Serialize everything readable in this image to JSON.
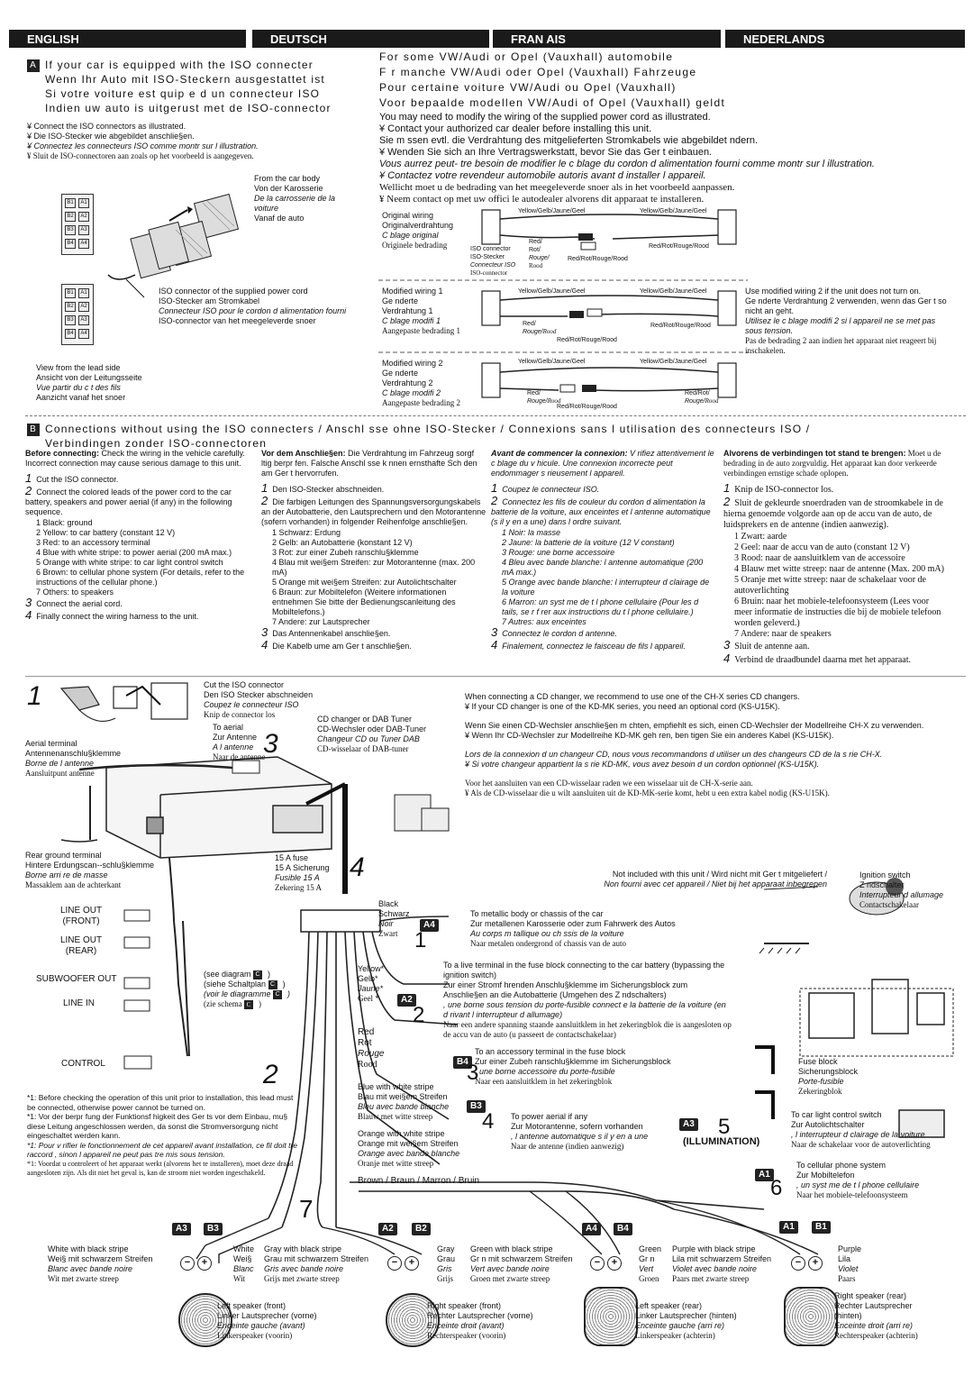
{
  "lang_bars": [
    "ENGLISH",
    "DEUTSCH",
    "FRAN AIS",
    "NEDERLANDS"
  ],
  "sectionA": {
    "letter": "A",
    "headings": [
      "If your car is equipped with the ISO connecter",
      "Wenn Ihr Auto mit ISO-Steckern ausgestattet ist",
      "Si votre voiture est  quip  e d un connecteur ISO",
      "Indien uw auto is uitgerust met de ISO-connector"
    ],
    "headings_right": [
      "For some VW/Audi or Opel (Vauxhall) automobile",
      "F r manche VW/Audi oder Opel (Vauxhall) Fahrzeuge",
      "Pour certaine voiture VW/Audi ou Opel (Vauxhall)",
      "Voor bepaalde modellen VW/Audi of Opel (Vauxhall) geldt"
    ],
    "instructions": [
      "¥ Connect the ISO connectors as illustrated.",
      "¥ Die ISO-Stecker wie abgebildet anschlie§en.",
      "¥ Connectez les connecteurs ISO comme montr  sur l illustration.",
      "¥ Sluit de ISO-connectoren aan zoals op het voorbeeld is aangegeven."
    ],
    "right_instructions": [
      "You may need to modify the wiring of the supplied power cord as illustrated.",
      "¥ Contact your authorized car dealer before installing this unit.",
      "Sie m ssen evtl. die Verdrahtung des mitgelieferten Stromkabels wie abgebildet  ndern.",
      "¥ Wenden Sie sich an Ihre Vertragswerkstatt, bevor Sie das Ger t einbauen.",
      "Vous aurrez peut- tre besoin de modifier le c blage du cordon d alimentation fourni comme montr  sur l illustration.",
      "¥ Contactez votre revendeur automobile autoris  avant d installer l appareil.",
      "Wellicht moet u de bedrading van het meegeleverde snoer als in het voorbeeld aanpassen.",
      "¥ Neem contact op met uw offici le autodealer alvorens dit apparaat te installeren."
    ],
    "from_car_body": [
      "From the car body",
      "Von der Karosserie",
      "De la carrosserie de la",
      "voiture",
      "Vanaf de auto"
    ],
    "iso_supplied": [
      "ISO connector of the supplied power cord",
      "ISO-Stecker am Stromkabel",
      "Connecteur ISO pour le cordon d alimentation fourni",
      "ISO-connector van het meegeleverde snoer"
    ],
    "view_from_lead": [
      "View from the lead side",
      "Ansicht von der Leitungsseite",
      "Vue   partir du c t  des fils",
      "Aanzicht vanaf het snoer"
    ],
    "pins_top": [
      [
        "B1",
        "A1"
      ],
      [
        "B2",
        "A2"
      ],
      [
        "B3",
        "A3"
      ],
      [
        "B4",
        "A4"
      ]
    ],
    "original_wiring": [
      "Original wiring",
      "Originalverdrahtung",
      "C blage original",
      "Originele bedrading"
    ],
    "modified1": [
      "Modified wiring 1",
      "Ge nderte",
      "Verdrahtung 1",
      "C blage modifi   1",
      "Aangepaste bedrading 1"
    ],
    "modified2": [
      "Modified wiring 2",
      "Ge nderte",
      "Verdrahtung 2",
      "C blage modifi   2",
      "Aangepaste bedrading 2"
    ],
    "yellow_label": "Yellow/Gelb/Jaune/Geel",
    "red_label": "Red/Rot/Rouge/Rood",
    "red_short": [
      "Red/",
      "Rot/",
      "Rouge/",
      "Rood"
    ],
    "iso_connector_lbl": [
      "ISO connector",
      "ISO-Stecker",
      "Connecteur ISO",
      "ISO-connector"
    ],
    "use_modified": [
      "Use modified wiring 2  if the unit does not turn on.",
      "Ge nderte Verdrahtung  2   verwenden, wenn das Ger t so nicht an geht.",
      "Utilisez le c blage modifi   2  si l appareil ne se met pas sous tension.",
      "Pas de bedrading 2   aan indien het apparaat niet reageert bij inschakelen."
    ]
  },
  "sectionB": {
    "letter": "B",
    "heading1": "Connections without using the ISO connecters / Anschl  sse ohne ISO-Stecker / Connexions sans l utilisation des connecteurs ISO /",
    "heading2": "Verbindingen zonder ISO-connectoren",
    "cols": [
      {
        "intro_bold": "Before connecting:",
        "intro": " Check the wiring in the vehicle carefully. Incorrect connection may cause serious damage to this unit.",
        "step1": "Cut the ISO connector.",
        "step2": "Connect the colored leads of the power cord to the car battery, speakers and power aerial (if any) in the following sequence.",
        "sub": [
          "1   Black: ground",
          "2   Yellow: to car battery (constant 12 V)",
          "3   Red: to an accessory terminal",
          "4   Blue with white stripe: to power aerial (200 mA max.)",
          "5   Orange with white stripe: to car light control switch",
          "6   Brown: to cellular phone system (For details, refer to the instructions of the cellular phone.)",
          "7   Others: to speakers"
        ],
        "step3": "Connect the aerial cord.",
        "step4": "Finally connect the wiring harness to the unit."
      },
      {
        "intro_bold": "Vor dem Anschlie§en:",
        "intro": " Die Verdrahtung im Fahrzeug sorgf ltig  berpr fen. Falsche Anschl sse k nnen ernsthafte Sch den am Ger t hervorrufen.",
        "step1": "Den ISO-Stecker abschneiden.",
        "step2": "Die farbigen Leitungen des Spannungsversorgungskabels an der Autobatterie, den Lautsprechern und den Motorantenne (sofern vorhanden) in folgender Reihenfolge anschlie§en.",
        "sub": [
          "1   Schwarz: Erdung",
          "2   Gelb: an Autobatterie (konstant 12 V)",
          "3   Rot: zur einer Zubeh ranschlu§klemme",
          "4   Blau mit wei§em Streifen: zur Motorantenne (max. 200 mA)",
          "5   Orange mit wei§em Streifen: zur Autolichtschalter",
          "6   Braun: zur Mobiltelefon (Weitere informationen entnehmen Sie bitte der Bedienungscanleitung des Mobiltelefons.)",
          "7   Andere: zur Lautsprecher"
        ],
        "step3": "Das Antennenkabel anschlie§en.",
        "step4": "Die Kabelb ume am Ger t anschlie§en."
      },
      {
        "intro_bold": "Avant de commencer la connexion:",
        "intro": " V rifiez attentivement le c blage du v hicule. Une connexion incorrecte peut endommager s rieusement l appareil.",
        "step1": "Coupez le connecteur ISO.",
        "step2": "Connectez les fils de couleur du cordon d alimentation   la batterie de la voiture, aux enceintes et   l antenne automatique (s il y en a une) dans l ordre suivant.",
        "sub": [
          "1   Noir:   la masse",
          "2   Jaune:   la batterie de la voiture (12 V constant)",
          "3   Rouge:   une borne accessoire",
          "4   Bleu avec bande blanche:   l antenne automatique (200 mA max.)",
          "5   Orange avec bande blanche:   l interrupteur d clairage de la voiture",
          "6   Marron:   un syst me de t l phone cellulaire (Pour les d tails, se r f rer aux instructions du t l phone cellulaire.)",
          "7   Autres: aux enceintes"
        ],
        "step3": "Connectez le cordon d antenne.",
        "step4": "Finalement, connectez le faisceau de fils   l appareil."
      },
      {
        "intro_bold": "Alvorens de verbindingen tot stand te brengen:",
        "intro": " Moet u de bedrading in de auto zorgvuldig. Het apparaat kan door verkeerde verbindingen ernstige schade oplopen.",
        "step1": "Knip de ISO-connector los.",
        "step2": "Sluit de gekleurde snoerdraden van de stroomkabele in de hierna genoemde volgorde aan op de accu van de auto, de luidsprekers en de antenne (indien aanwezig).",
        "sub": [
          "1   Zwart: aarde",
          "2   Geel: naar de accu van de auto (constant 12 V)",
          "3   Rood: naar de aansluitklem van de accessoire",
          "4   Blauw met witte streep: naar de antenne (Max. 200 mA)",
          "5   Oranje met witte streep: naar de schakelaar voor de autoverlichting",
          "6   Bruin: naar het mobiele-telefoonsysteem (Lees voor meer informatie de instructies die bij de mobiele telefoon worden geleverd.)",
          "7   Andere: naar de speakers"
        ],
        "step3": "Sluit de antenne aan.",
        "step4": "Verbind de draadbundel daarna met het apparaat."
      }
    ]
  },
  "wiring": {
    "cut_iso": [
      "Cut the ISO connector",
      "Den ISO Stecker abschneiden",
      "Coupez le connecteur ISO",
      "Knip de connector los"
    ],
    "to_aerial": [
      "To aerial",
      "Zur Antenne",
      "A l antenne",
      "Naar de antenne"
    ],
    "aerial_terminal": [
      "Aerial terminal",
      "Antennenanschlu§klemme",
      "Borne de l antenne",
      "Aansluitpunt antenne"
    ],
    "cd_changer": [
      "CD changer or DAB Tuner",
      "CD-Wechsler oder DAB-Tuner",
      "Changeur CD ou Tuner DAB",
      "CD-wisselaar of DAB-tuner"
    ],
    "rear_ground": [
      "Rear ground terminal",
      "Hintere Erdungscan--schlu§klemme",
      "Borne arri re de masse",
      "Massaklem aan de achterkant"
    ],
    "fuse": [
      "15 A fuse",
      "15 A Sicherung",
      "Fusible 15 A",
      "Zekering 15 A"
    ],
    "line_out_front": [
      "LINE OUT",
      "(FRONT)"
    ],
    "line_out_rear": [
      "LINE OUT",
      "(REAR)"
    ],
    "subwoofer": "SUBWOOFER OUT",
    "line_in": "LINE IN",
    "control": "CONTROL",
    "see_diagram": [
      "(see diagram",
      "(siehe Schaltplan",
      "(voir le diagramme",
      "(zie schema"
    ],
    "c_letter": "C",
    "cd_paragraphs": [
      "When connecting a CD changer, we recommend to use one of the CH-X series CD changers.",
      "¥ If your CD changer is one of the KD-MK series, you need an optional cord (KS-U15K).",
      "Wenn Sie einen CD-Wechsler anschlie§en m chten, empfiehlt es sich, einen CD-Wechsler der Modellreihe CH-X zu verwenden.",
      "¥ Wenn Ihr CD-Wechsler zur Modellreihe KD-MK geh ren, ben tigen Sie ein anderes Kabel (KS-U15K).",
      "Lors de la connexion d un changeur CD, nous vous recommandons d utiliser un des changeurs CD de la s rie CH-X.",
      "¥ Si votre changeur appartient   la s rie KD-MK, vous avez besoin d un cordon optionnel (KS-U15K).",
      "Voor het aansluiten van een CD-wisselaar raden we een wisselaar uit de CH-X-serie aan.",
      "¥ Als de CD-wisselaar die u wilt aansluiten uit de KD-MK-serie komt, hebt u een extra kabel nodig (KS-U15K)."
    ],
    "not_included": [
      "Not included with this unit / Wird nicht mit Ger t mitgeliefert /",
      "Non fourni avec cet appareil / Niet bij het apparaat inbegrepen"
    ],
    "ignition": [
      "Ignition switch",
      "Z ndschalter",
      "Interrupteur d allumage",
      "Contactschakelaar"
    ],
    "black": [
      "Black",
      "Schwarz",
      "Noir",
      "Zwart"
    ],
    "black_desc": [
      "To metallic body or chassis of the car",
      "Zur metallenen Karosserie oder zum Fahrwerk des Autos",
      "Au corps m tallique ou ch ssis de la voiture",
      "Naar metalen ondergrond of chassis van de auto"
    ],
    "yellow": [
      "Yellow*",
      "Gelb*",
      "Jaune*",
      "Geel *"
    ],
    "yellow_desc": [
      "To a live terminal in the fuse block connecting to the car battery (bypassing the ignition switch)",
      "Zur einer Stromf hrenden Anschlu§klemme im Sicherungsblock zum Anschlie§en an die Autobatterie (Umgehen des Z ndschalters)",
      ", une borne sous tension du porte-fusible connect e   la batterie de la voiture (en d rivant l interrupteur d allumage)",
      "Naar een andere spanning staande aansluitklem in het zekeringblok die is aangesloten op de accu van de auto (u passeert de contactschakelaar)"
    ],
    "red": [
      "Red",
      "Rot",
      "Rouge",
      "Rood"
    ],
    "red_desc": [
      "To an accessory terminal in the fuse block",
      "Zur einer Zubeh ranschlu§klemme im Sicherungsblock",
      ", une borne accessoire du porte-fusible",
      "Naar een aansluitklem in het zekeringblok"
    ],
    "blue": [
      "Blue with white stripe",
      "Blau mit wei§em Streifen",
      "Bleu avec bande blanche",
      "Blauw met witte streep"
    ],
    "blue_desc": [
      "To power aerial if any",
      "Zur Motorantenne, sofern vorhanden",
      ", l antenne automatique s il y en a une",
      "Naar de antenne (indien aanwezig)"
    ],
    "orange": [
      "Orange with white stripe",
      "Orange mit wei§em Streifen",
      "Orange avec bande blanche",
      "Oranje met witte streep"
    ],
    "orange_desc": [
      "To car light control switch",
      "Zur Autolichtschalter",
      ", l interrupteur d clairage de la voiture",
      "Naar de schakelaar voor de autoverlichting"
    ],
    "illumination": "(ILLUMINATION)",
    "brown": "Brown / Braun / Marron / Bruin",
    "brown_desc": [
      "To cellular phone system",
      "Zur Mobiltelefon",
      ", un syst me de t l phone cellulaire",
      "Naar het mobiele-telefoonsysteem"
    ],
    "fuse_block": [
      "Fuse block",
      "Sicherungsblock",
      "Porte-fusible",
      "Zekeringblok"
    ],
    "footnote": [
      "*1: Before checking the operation of this unit prior to installation, this lead must be connected, otherwise power cannot be turned on.",
      "*1: Vor der  berpr fung der Funktionsf higkeit des Ger ts vor dem Einbau, mu§ diese Leitung angeschlossen werden, da sonst die Stromversorgung nicht eingeschaltet werden kann.",
      "*1: Pour v rifier le fonctionnement de cet appareil avant installation, ce fil doit  tre raccord , sinon l appareil ne peut pas  tre mis sous tension.",
      "*1: Voordat u controleert of het apparaat werkt (alvorens het te installeren), moet deze draad aangesloten zijn. Als dit niet het geval is, kan de stroom niet worden ingeschakeld."
    ],
    "badges": [
      "A3",
      "B3",
      "A2",
      "B2",
      "A4",
      "B4",
      "A1",
      "B1"
    ],
    "speaker_wires": [
      {
        "l1": [
          "White with black stripe",
          "Wei§ mit schwarzem Streifen",
          "Blanc avec bande noire",
          "Wit met zwarte streep"
        ],
        "l2": [
          "White",
          "Wei§",
          "Blanc",
          "Wit"
        ],
        "l3": [
          "Gray with black stripe",
          "Grau mit schwarzem Streifen",
          "Gris avec bande noire",
          "Grijs met zwarte streep"
        ]
      },
      {
        "l1": [
          "Gray",
          "Grau",
          "Gris",
          "Grijs"
        ],
        "l3": [
          "Green with black stripe",
          "Gr n mit schwarzem Streifen",
          "Vert avec bande noire",
          "Groen met zwarte streep"
        ]
      },
      {
        "l1": [
          "Green",
          "Gr n",
          "Vert",
          "Groen"
        ],
        "l3": [
          "Purple with black stripe",
          "Lila mit schwarzem Streifen",
          "Violet avec bande noire",
          "Paars met zwarte streep"
        ]
      },
      {
        "l1": [
          "Purple",
          "Lila",
          "Violet",
          "Paars"
        ]
      }
    ],
    "speakers": [
      [
        "Left speaker (front)",
        "Linker Lautsprecher (vorne)",
        "Enceinte gauche (avant)",
        "Linkerspeaker (voorin)"
      ],
      [
        "Right speaker (front)",
        "Rechter Lautsprecher (vorne)",
        "Enceinte droit (avant)",
        "Rechterspeaker (voorin)"
      ],
      [
        "Left speaker (rear)",
        "Linker Lautsprecher (hinten)",
        "Enceinte gauche (arri re)",
        "Linkerspeaker (achterin)"
      ],
      [
        "Right speaker (rear)",
        "Rechter Lautsprecher",
        "(hinten)",
        "Enceinte droit (arri re)",
        "Rechterspeaker (achterin)"
      ]
    ],
    "numbers": [
      "1",
      "2",
      "3",
      "4",
      "1",
      "2",
      "3",
      "4",
      "5",
      "6",
      "7"
    ]
  }
}
